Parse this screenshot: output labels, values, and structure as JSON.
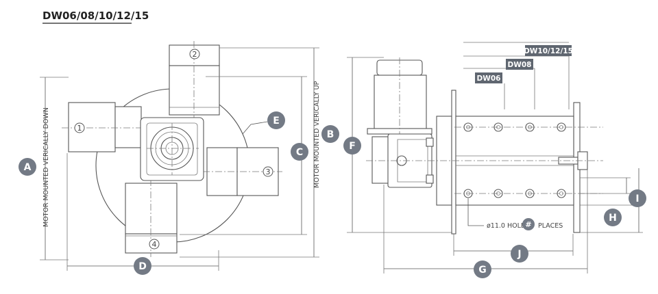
{
  "title": "DW06/08/10/12/15",
  "views": {
    "front": {
      "label_down": "MOTOR MOUNTED VERICALLY DOWN",
      "label_up": "MOTOR MOUNTED VERICALLY UP",
      "positions": [
        "1",
        "2",
        "3",
        "4"
      ]
    },
    "side": {
      "hole_prefix": "ø11.0 HOLE",
      "hole_count_symbol": "#",
      "hole_suffix": "PLACES",
      "models": [
        "DW10/12/15",
        "DW08",
        "DW06"
      ]
    }
  },
  "dimension_badges": [
    "A",
    "B",
    "C",
    "D",
    "E",
    "F",
    "G",
    "H",
    "I",
    "J"
  ],
  "colors": {
    "badge": "#737a85",
    "tag": "#5f6670",
    "line": "#555555"
  }
}
